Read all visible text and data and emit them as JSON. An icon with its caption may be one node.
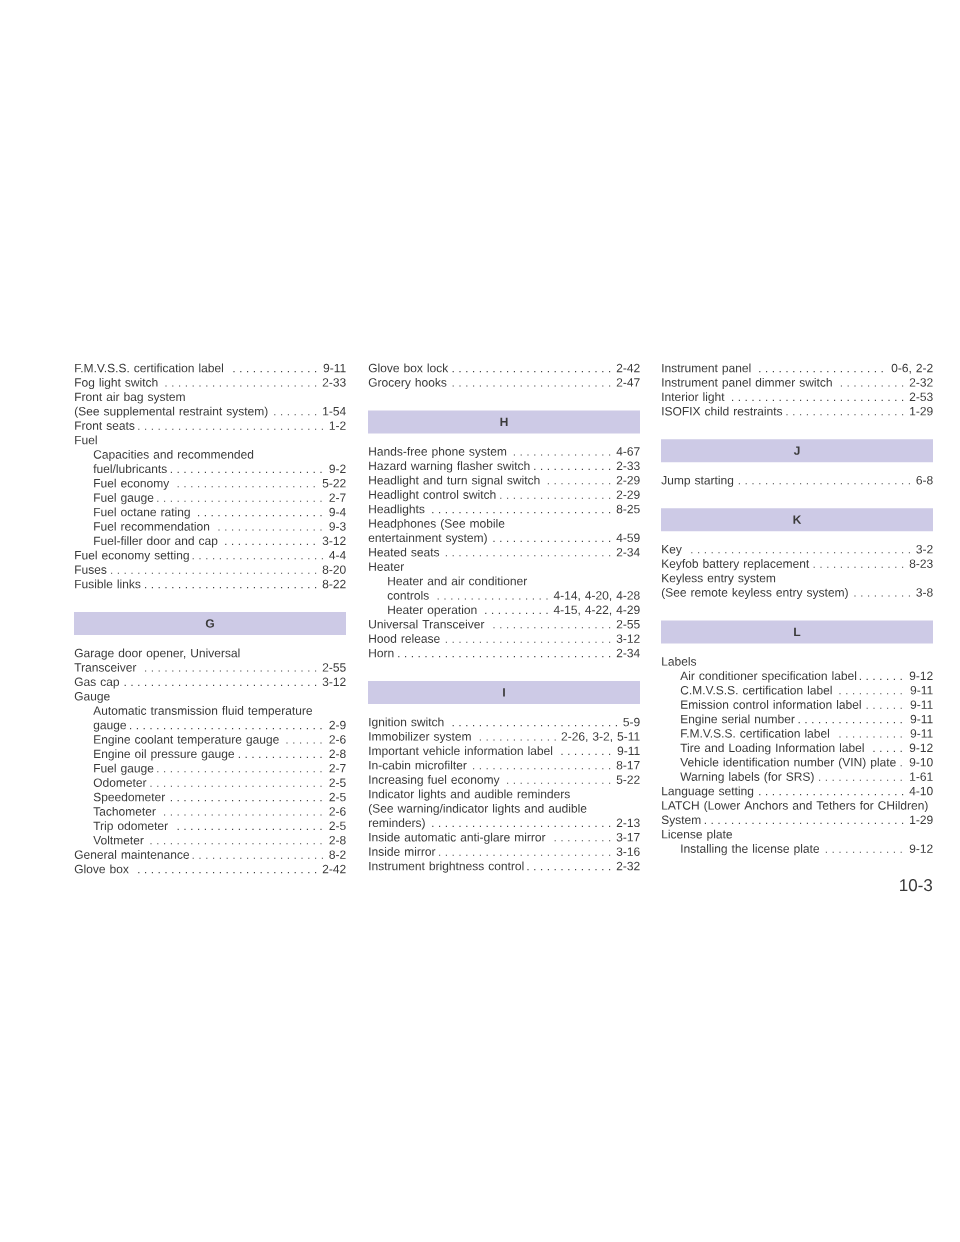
{
  "diagram": {
    "nodes": [
      {
        "text": [
          "G"
        ]
      },
      {
        "text": [
          "H"
        ]
      },
      {
        "text": [
          "I"
        ]
      },
      {
        "text": [
          "J"
        ]
      },
      {
        "text": [
          "K"
        ]
      },
      {
        "text": [
          "L"
        ]
      }
    ],
    "labels": [
      "F.M.V.S.S. certification label",
      "9-11",
      "Fog light switch",
      "2-33",
      "Front air bag system (See supplemental restraint system)",
      "1-54",
      "Front seats",
      "1-2",
      "Fuel",
      "Capacities and recommended fuel/lubricants",
      "9-2",
      "Fuel economy",
      "5-22",
      "Fuel gauge",
      "2-7",
      "Fuel octane rating",
      "9-4",
      "Fuel recommendation",
      "9-3",
      "Fuel-filler door and cap",
      "3-12",
      "Fuel economy setting",
      "4-4",
      "Fuses",
      "8-20",
      "Fusible links",
      "8-22",
      "Garage door opener, Universal Transceiver",
      "2-55",
      "Gas cap",
      "3-12",
      "Gauge",
      "Automatic transmission fluid temperature gauge",
      "2-9",
      "Engine coolant temperature gauge",
      "2-6",
      "Engine oil pressure gauge",
      "2-8",
      "Fuel gauge",
      "2-7",
      "Odometer",
      "2-5",
      "Speedometer",
      "2-5",
      "Tachometer",
      "2-6",
      "Trip odometer",
      "2-5",
      "Voltmeter",
      "2-8",
      "General maintenance",
      "8-2",
      "Glove box",
      "2-42",
      "Glove box lock",
      "2-42",
      "Grocery hooks",
      "2-47",
      "Hands-free phone system",
      "4-67",
      "Hazard warning flasher switch",
      "2-33",
      "Headlight and turn signal switch",
      "2-29",
      "Headlight control switch",
      "2-29",
      "Headlights",
      "8-25",
      "Headphones (See mobile entertainment system)",
      "4-59",
      "Heated seats",
      "2-34",
      "Heater",
      "Heater and air conditioner controls",
      "4-14, 4-20, 4-28",
      "Heater operation",
      "4-15, 4-22, 4-29",
      "Universal Transceiver",
      "2-55",
      "Hood release",
      "3-12",
      "Horn",
      "2-34",
      "Ignition switch",
      "5-9",
      "Immobilizer system",
      "2-26, 3-2, 5-11",
      "Important vehicle information label",
      "9-11",
      "In-cabin microfilter",
      "8-17",
      "Increasing fuel economy",
      "5-22",
      "Indicator lights and audible reminders (See warning/indicator lights and audible reminders)",
      "2-13",
      "Inside automatic anti-glare mirror",
      "3-17",
      "Inside mirror",
      "3-16",
      "Instrument brightness control",
      "2-32",
      "Instrument panel",
      "0-6, 2-2",
      "Instrument panel dimmer switch",
      "2-32",
      "Interior light",
      "2-53",
      "ISOFIX child restraints",
      "1-29",
      "Jump starting",
      "6-8",
      "Key",
      "3-2",
      "Keyfob battery replacement",
      "8-23",
      "Keyless entry system (See remote keyless entry system)",
      "3-8",
      "Labels",
      "Air conditioner specification label",
      "9-12",
      "C.M.V.S.S. certification label",
      "9-11",
      "Emission control information label",
      "9-11",
      "Engine serial number",
      "9-11",
      "F.M.V.S.S. certification label",
      "9-11",
      "Tire and Loading Information label",
      "9-12",
      "Vehicle identification number (VIN) plate",
      "9-10",
      "Warning labels (for SRS)",
      "1-61",
      "Language setting",
      "4-10",
      "LATCH (Lower Anchors and Tethers for CHildren) System",
      "1-29",
      "License plate",
      "Installing the license plate",
      "9-12",
      "10-3"
    ]
  }
}
